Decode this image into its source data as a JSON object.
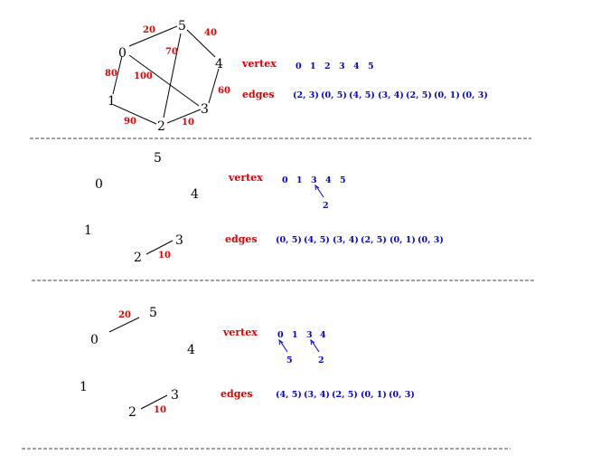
{
  "colors": {
    "weight": "#e00000",
    "list": "#0000dd",
    "line": "#000000"
  },
  "labels": {
    "vertex": "vertex",
    "edges": "edges"
  },
  "panels": [
    {
      "nodes": [
        "0",
        "5",
        "4",
        "1",
        "3",
        "2"
      ],
      "weights": [
        "20",
        "40",
        "70",
        "80",
        "100",
        "60",
        "90",
        "10"
      ],
      "vertex_list": [
        "0",
        "1",
        "2",
        "3",
        "4",
        "5"
      ],
      "edge_list": [
        "(2, 3)",
        "(0, 5)",
        "(4, 5)",
        "(3, 4)",
        "(2, 5)",
        "(0, 1)",
        "(0, 3)"
      ]
    },
    {
      "nodes": [
        "5",
        "0",
        "4",
        "1",
        "3",
        "2"
      ],
      "weights": [
        "10"
      ],
      "vertex_list": [
        "0",
        "1",
        "3",
        "4",
        "5"
      ],
      "sub": [
        "2"
      ],
      "edge_list": [
        "(0, 5)",
        "(4, 5)",
        "(3, 4)",
        "(2, 5)",
        "(0, 1)",
        "(0, 3)"
      ]
    },
    {
      "nodes": [
        "5",
        "0",
        "4",
        "1",
        "3",
        "2"
      ],
      "weights": [
        "20",
        "10"
      ],
      "vertex_list": [
        "0",
        "1",
        "3",
        "4"
      ],
      "sub": [
        "5",
        "2"
      ],
      "edge_list": [
        "(4, 5)",
        "(3, 4)",
        "(2, 5)",
        "(0, 1)",
        "(0, 3)"
      ]
    }
  ]
}
